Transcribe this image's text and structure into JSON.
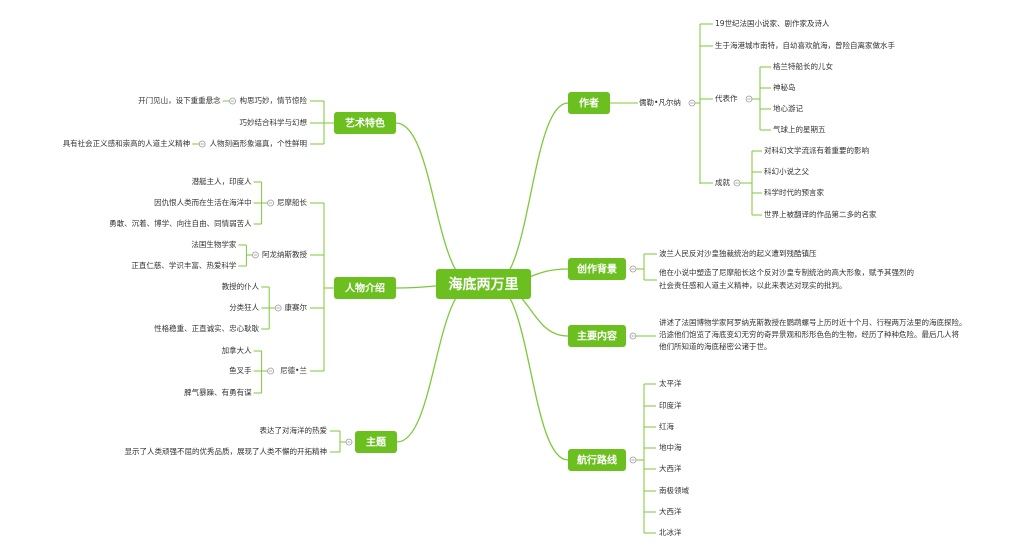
{
  "colors": {
    "green": "#6bbf1f",
    "line": "#7cc93a",
    "text": "#333333",
    "last_leaf": "#1a4fa0"
  },
  "root": "海底两万里",
  "author": {
    "label": "作者",
    "name": "儒勒•凡尔纳",
    "info": [
      "19世纪法国小说家、剧作家及诗人",
      "生于海港城市南特，自幼喜欢航海，曾险自离家做水手"
    ],
    "works_label": "代表作",
    "works": [
      "格兰特船长的儿女",
      "神秘岛",
      "地心游记",
      "气球上的星期五"
    ],
    "achieve_label": "成就",
    "achievements": [
      "对科幻文学流派有着重要的影响",
      "科幻小说之父",
      "科学时代的预言家",
      "世界上被翻译的作品第二多的名家"
    ]
  },
  "background": {
    "label": "创作背景",
    "items": [
      "波兰人民反对沙皇独裁统治的起义遭到残酷镇压",
      "他在小说中塑造了尼摩船长这个反对沙皇专制统治的高大形象，赋予其强烈的",
      "社会责任感和人道主义精神，以此来表达对现实的批判。"
    ]
  },
  "content": {
    "label": "主要内容",
    "lines": [
      "讲述了法国博物学家阿罗纳克斯教授在鹦鹉螺号上历时近十个月、行程两万法里的海底探险。",
      "沿途他们饱览了海底变幻无穷的奇异景观和形形色色的生物，经历了种种危险。最后几人将",
      "他们所知道的海底秘密公诸于世。"
    ]
  },
  "route": {
    "label": "航行路线",
    "items": [
      "太平洋",
      "印度洋",
      "红海",
      "地中海",
      "大西洋",
      "南极领域",
      "大西洋",
      "北冰洋"
    ]
  },
  "art": {
    "label": "艺术特色",
    "items": [
      {
        "text": "构思巧妙，情节惊险",
        "detail": "开门见山，设下重重悬念"
      },
      {
        "text": "巧妙结合科学与幻想",
        "detail": ""
      },
      {
        "text": "人物刻画形象逼真，个性鲜明",
        "detail": "具有社会正义感和崇高的人道主义精神"
      }
    ]
  },
  "characters": {
    "label": "人物介绍",
    "groups": [
      {
        "name": "尼摩船长",
        "traits": [
          "潜艇主人，印度人",
          "因仇恨人类而在生活在海洋中",
          "勇敢、沉着、博学、向往自由、同情弱苦人"
        ]
      },
      {
        "name": "阿龙纳斯教授",
        "traits": [
          "法国生物学家",
          "正直仁慈、学识丰富、热爱科学"
        ]
      },
      {
        "name": "康赛尔",
        "traits": [
          "教授的仆人",
          "分类狂人",
          "性格稳重、正直诚实、忠心耿耿"
        ]
      },
      {
        "name": "尼德•兰",
        "traits": [
          "加拿大人",
          "鱼叉手",
          "脾气暴躁、有勇有谋"
        ]
      }
    ]
  },
  "theme": {
    "label": "主题",
    "items": [
      "表达了对海洋的热爱",
      "显示了人类顽强不屈的优秀品质，展现了人类不懈的开拓精神"
    ]
  }
}
